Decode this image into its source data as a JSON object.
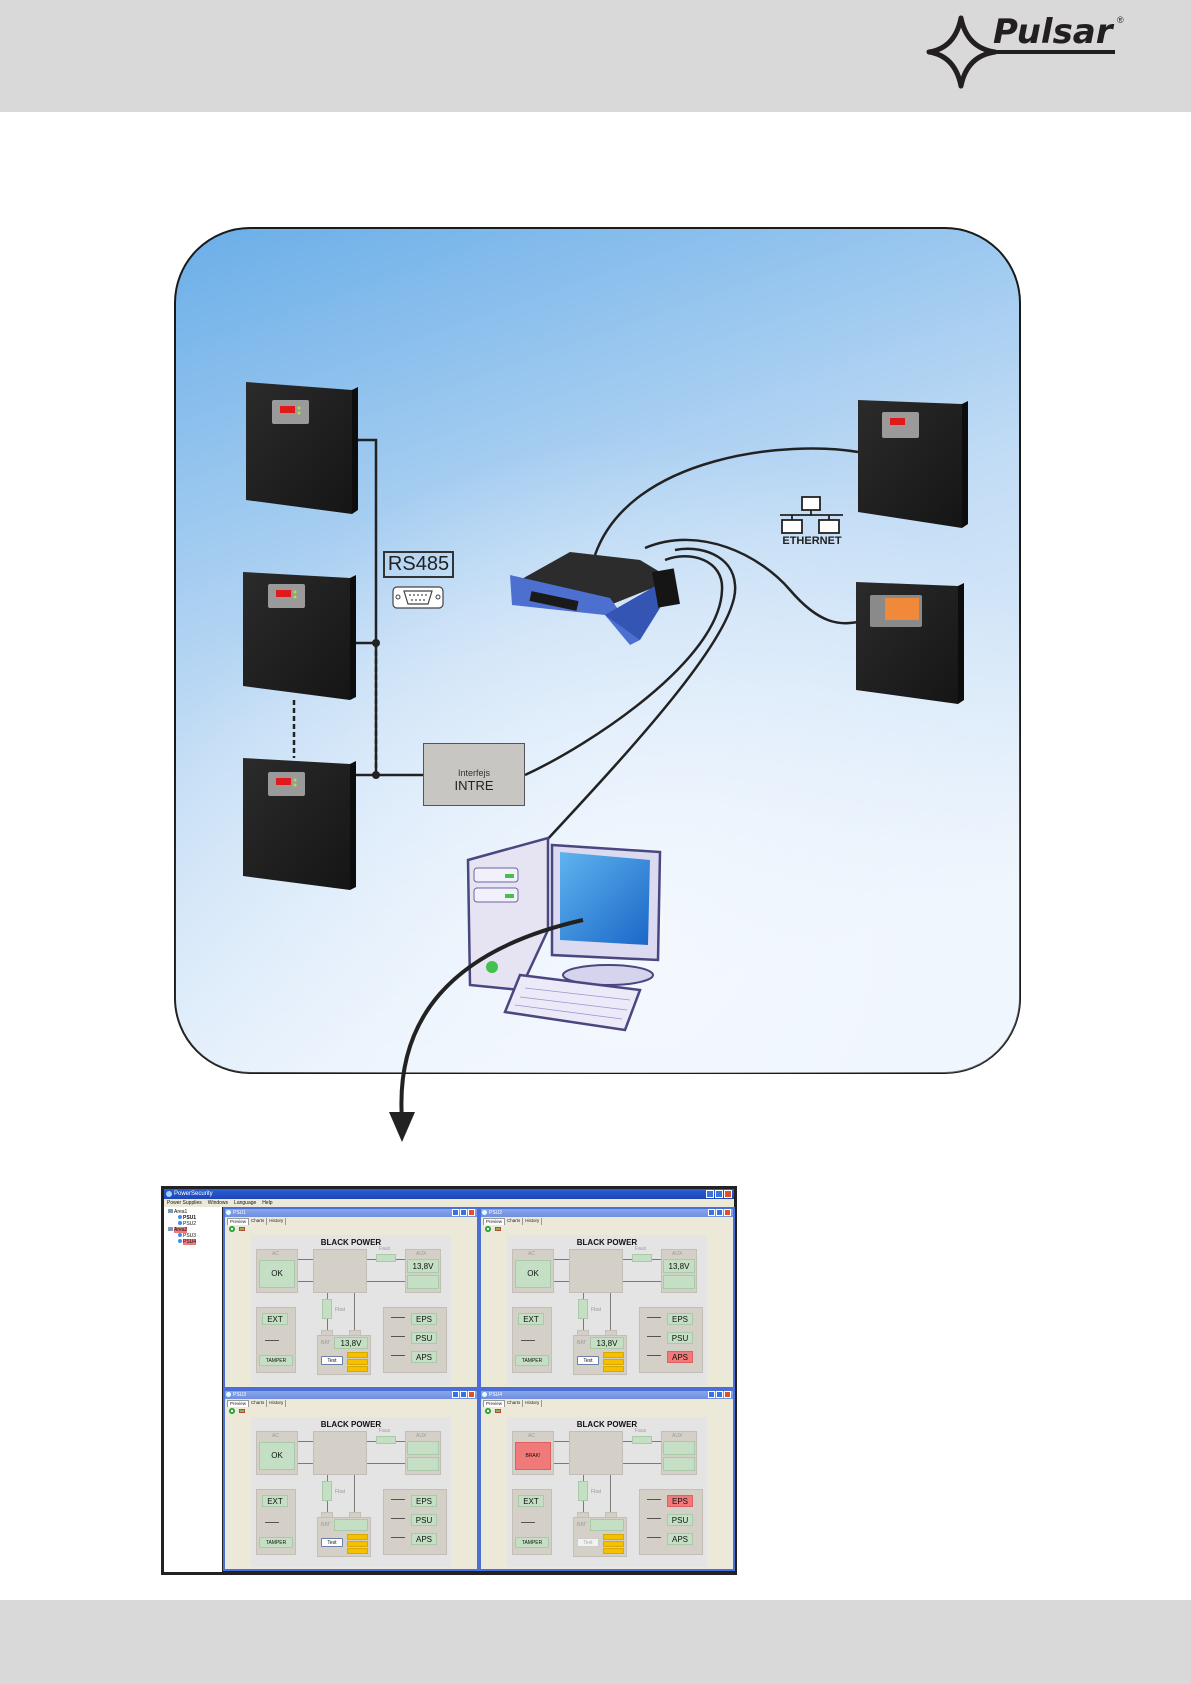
{
  "brand": {
    "name": "Pulsar",
    "registered": "®"
  },
  "diagram": {
    "rs485_label": "RS485",
    "ethernet_label": "ETHERNET",
    "interface_small": "Interfejs",
    "interface_big": "INTRE",
    "devices": {
      "psu_left": [
        "Power supply (top)",
        "Power supply (middle)",
        "Power supply (bottom)"
      ],
      "psu_right": [
        "Power supply (ethernet, top)",
        "Power supply (ethernet, LCD)"
      ],
      "router": "Router",
      "computer": "PC"
    }
  },
  "app": {
    "title": "PowerSecurity",
    "menu": [
      "Power Supplies",
      "Windows",
      "Language",
      "Help"
    ],
    "tree": [
      {
        "label": "Area1",
        "type": "folder",
        "alarm": false
      },
      {
        "label": "PSU1",
        "type": "psu",
        "alarm": false
      },
      {
        "label": "PSU2",
        "type": "psu",
        "alarm": false
      },
      {
        "label": "Area2",
        "type": "folder",
        "alarm": true
      },
      {
        "label": "PSU3",
        "type": "psu",
        "alarm": false
      },
      {
        "label": "PSU4",
        "type": "psu",
        "alarm": true
      }
    ],
    "tabs": [
      "Preview",
      "Charts",
      "History"
    ],
    "panel_title": "BLACK POWER",
    "labels": {
      "ac": "AC",
      "aux": "AUX",
      "faux": "Faux",
      "fbat": "Fbat",
      "bat": "BAT",
      "ext": "EXT",
      "tamper": "TAMPER",
      "test": "Test",
      "eps": "EPS",
      "psu": "PSU",
      "aps": "APS"
    },
    "windows": [
      {
        "title": "PSU1",
        "ac": "OK",
        "ac_alarm": false,
        "aux_voltage": "13,8V",
        "bat_voltage": "13,8V",
        "eps_alarm": false,
        "aps_alarm": false,
        "test_enabled": true
      },
      {
        "title": "PSU2",
        "ac": "OK",
        "ac_alarm": false,
        "aux_voltage": "13,8V",
        "bat_voltage": "13,8V",
        "eps_alarm": false,
        "aps_alarm": true,
        "test_enabled": true
      },
      {
        "title": "PSU3",
        "ac": "OK",
        "ac_alarm": false,
        "aux_voltage": "",
        "bat_voltage": "",
        "eps_alarm": false,
        "aps_alarm": false,
        "test_enabled": true
      },
      {
        "title": "PSU4",
        "ac": "BRAK!",
        "ac_alarm": true,
        "aux_voltage": "",
        "bat_voltage": "",
        "eps_alarm": true,
        "aps_alarm": false,
        "test_enabled": false
      }
    ]
  },
  "colors": {
    "band": "#d9d9d9",
    "sky_top": "#6aaee8",
    "sky_bottom": "#eaf3fc",
    "alarm_red": "#f07a7a",
    "ok_green": "#c4dfc4",
    "battery_yellow": "#f5c000"
  }
}
